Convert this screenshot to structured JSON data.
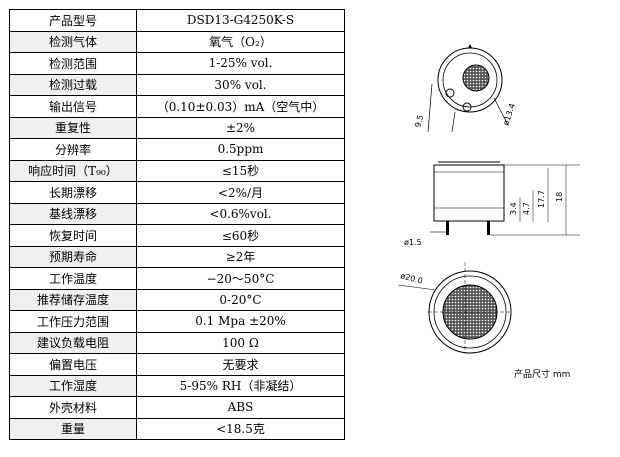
{
  "spec_table": [
    {
      "key": "产品型号",
      "value": "DSD13-G4250K-S"
    },
    {
      "key": "检测气体",
      "value": "氧气（O₂）"
    },
    {
      "key": "检测范围",
      "value": "1-25% vol."
    },
    {
      "key": "检测过载",
      "value": "30% vol."
    },
    {
      "key": "输出信号",
      "value": "（0.10±0.03）mA（空气中）"
    },
    {
      "key": "重复性",
      "value": "±2%"
    },
    {
      "key": "分辨率",
      "value": "0.5ppm"
    },
    {
      "key": "响应时间（T₉₀）",
      "value": "≤15秒"
    },
    {
      "key": "长期漂移",
      "value": "<2%/月"
    },
    {
      "key": "基线漂移",
      "value": "<0.6%vol."
    },
    {
      "key": "恢复时间",
      "value": "≤60秒"
    },
    {
      "key": "预期寿命",
      "value": "≥2年"
    },
    {
      "key": "工作温度",
      "value": "−20～50°C"
    },
    {
      "key": "推荐储存温度",
      "value": "0-20°C"
    },
    {
      "key": "工作压力范围",
      "value": "0.1 Mpa ±20%"
    },
    {
      "key": "建议负载电阻",
      "value": "100 Ω"
    },
    {
      "key": "偏置电压",
      "value": "无要求"
    },
    {
      "key": "工作湿度",
      "value": "5-95% RH（非凝结）"
    },
    {
      "key": "外壳材料",
      "value": "ABS"
    },
    {
      "key": "重量",
      "value": "<18.5克"
    }
  ],
  "drawing": {
    "top_view": {
      "dim_a": "9.5",
      "dim_b": "ø13.4"
    },
    "side_view": {
      "pin_dia": "ø1.5",
      "dim_1": "3.4",
      "dim_2": "4.7",
      "dim_3": "17.7",
      "dim_4": "18"
    },
    "bottom_view": {
      "dia": "ø20.0"
    },
    "note": "产品尺寸 mm"
  }
}
